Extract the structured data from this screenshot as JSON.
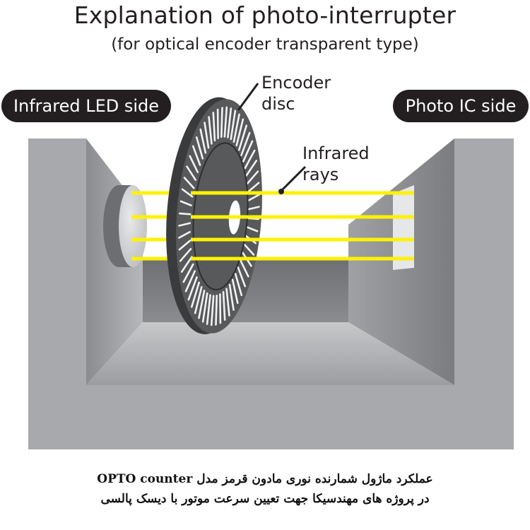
{
  "title": "Explanation of photo-interrupter",
  "subtitle": "(for optical encoder transparent type)",
  "labels": {
    "left": "Infrared LED side",
    "right": "Photo IC side",
    "disc": [
      "Encoder",
      "disc"
    ],
    "rays": [
      "Infrared",
      "rays"
    ]
  },
  "caption": {
    "line1": "عملکرد ماژول شمارنده نوری مادون قرمز مدل OPTO counter",
    "line2": "در پروژه های مهندسیکا جهت تعیین سرعت موتور با دیسک پالسی"
  },
  "colors": {
    "frame_outer": "#a7a9ac",
    "frame_inner": "#808285",
    "disc": "#58595b",
    "ray": "#fff200",
    "label_bg": "#231f20"
  }
}
